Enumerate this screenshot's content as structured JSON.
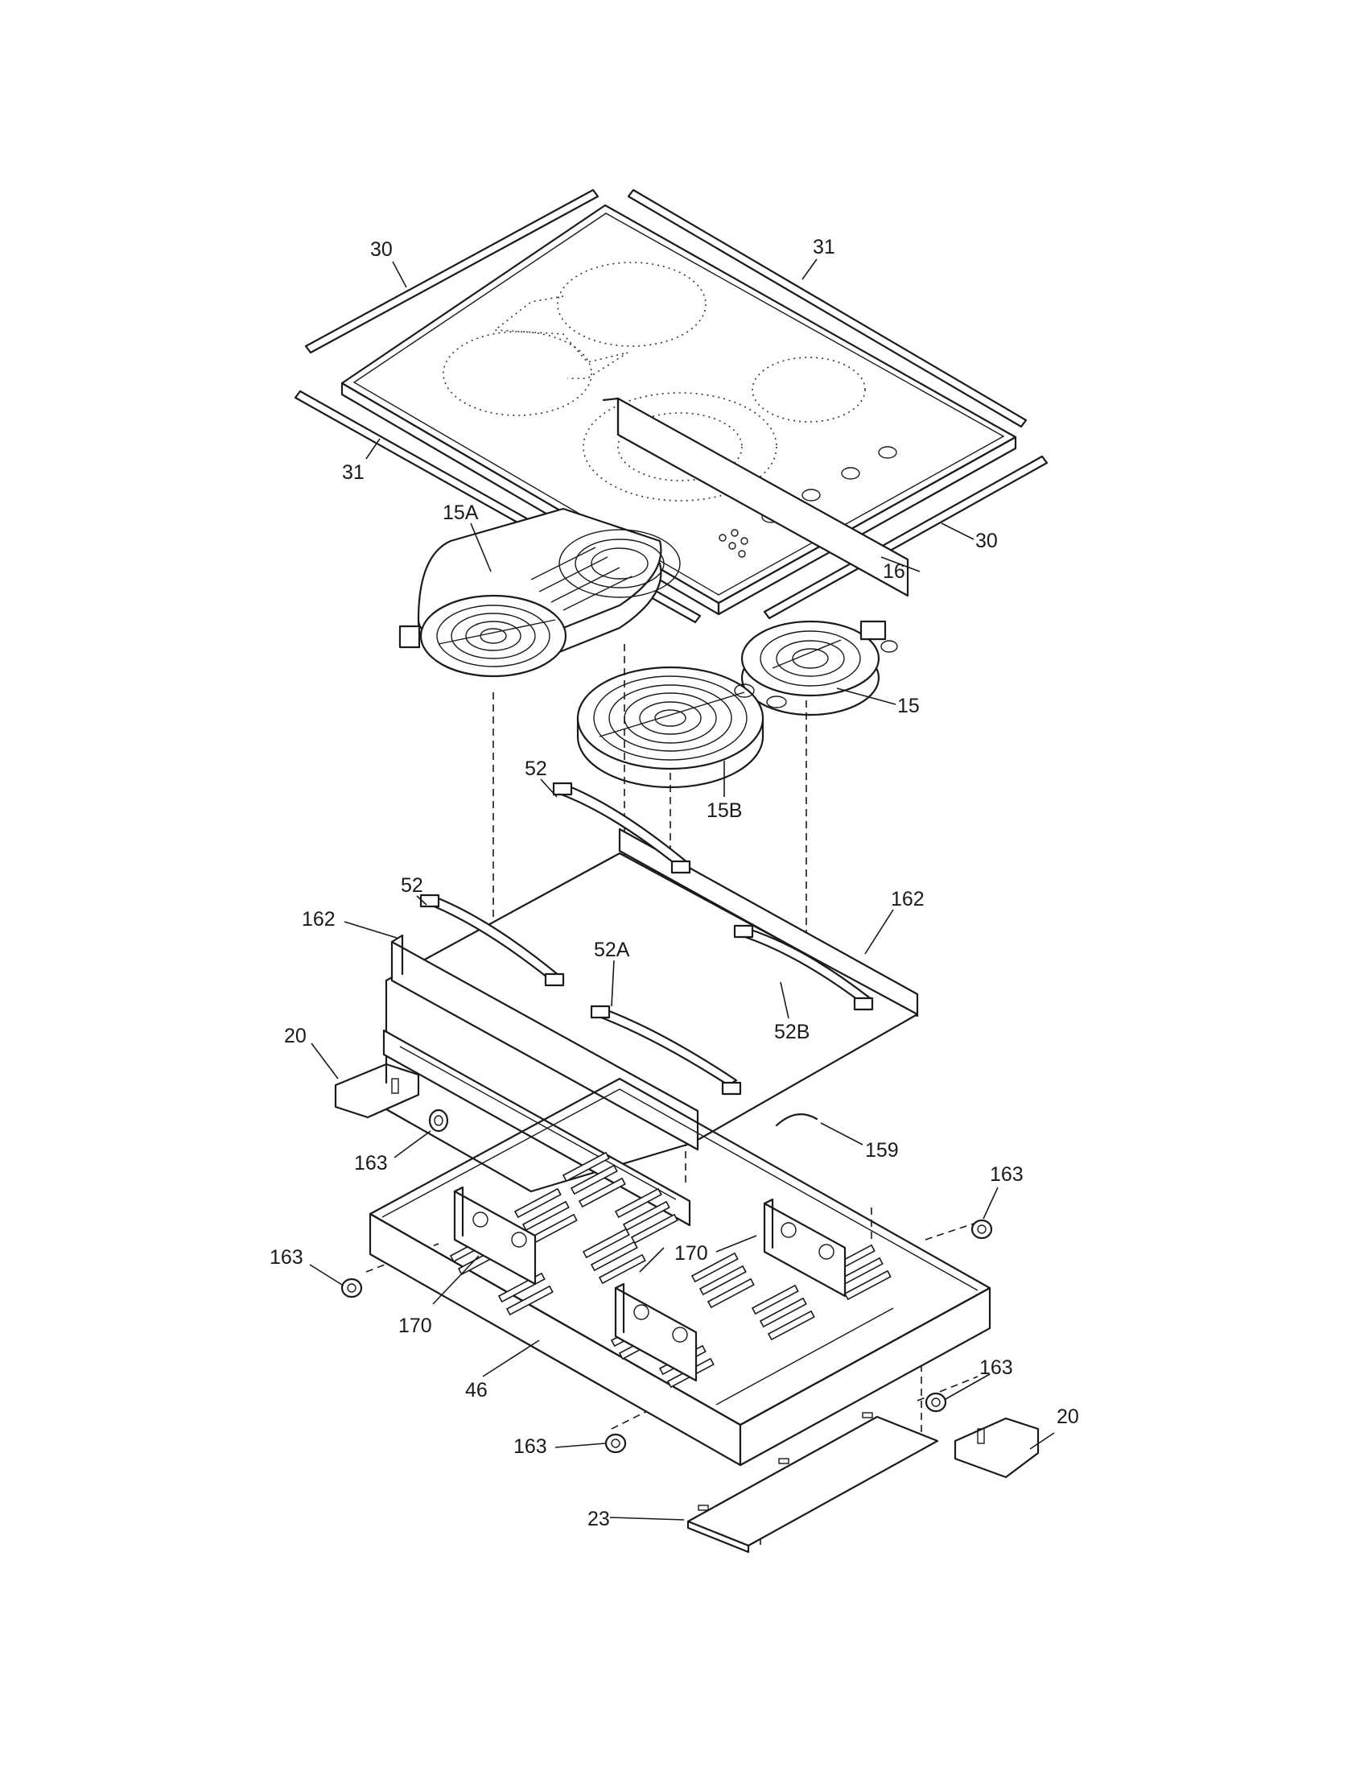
{
  "labels": {
    "l30a": "30",
    "l31a": "31",
    "l31b": "31",
    "l30b": "30",
    "l16": "16",
    "l15a": "15A",
    "l15": "15",
    "l15b": "15B",
    "l52a": "52",
    "l52b": "52",
    "l52a2": "52A",
    "l52b2": "52B",
    "l162a": "162",
    "l162b": "162",
    "l20a": "20",
    "l20b": "20",
    "l159": "159",
    "l163a": "163",
    "l163b": "163",
    "l163c": "163",
    "l163d": "163",
    "l163e": "163",
    "l170a": "170",
    "l170b": "170",
    "l46": "46",
    "l23": "23"
  }
}
